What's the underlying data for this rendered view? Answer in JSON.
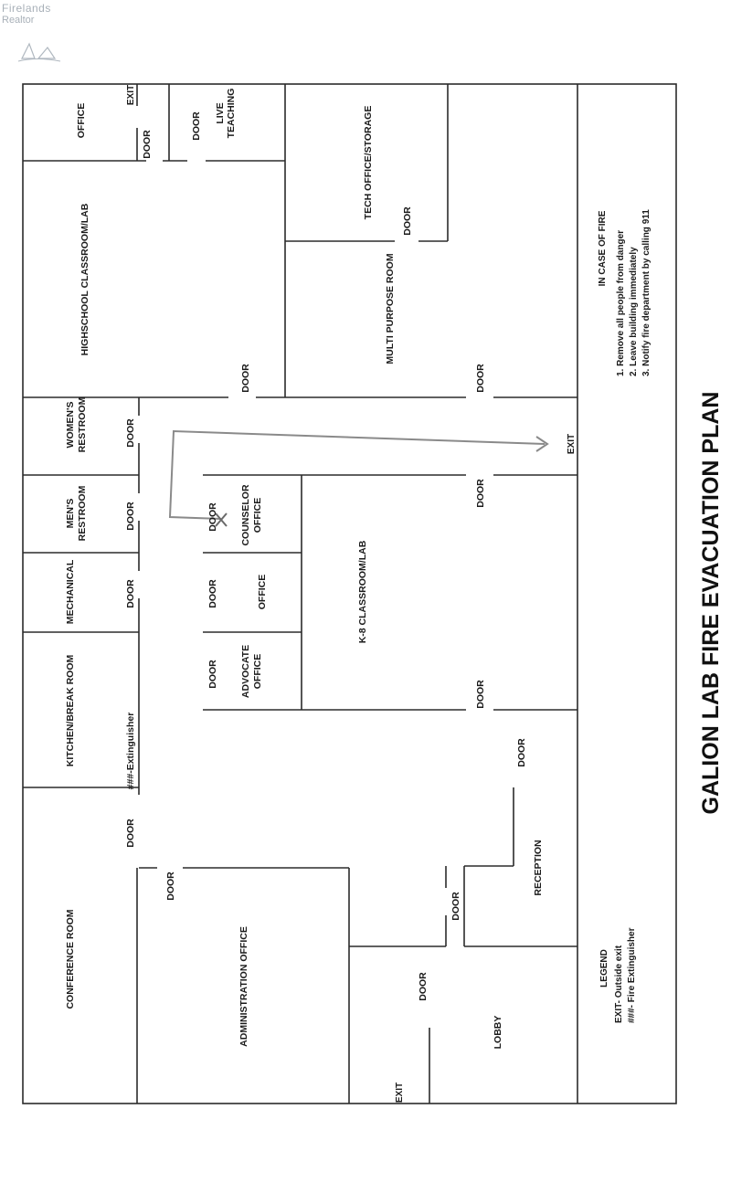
{
  "watermark": {
    "line1": "Firelands",
    "line2": "Realtor"
  },
  "title": "GALION LAB FIRE EVACUATION PLAN",
  "colors": {
    "route": "#8a8a8a",
    "walls": "#2b2b2b"
  },
  "rooms": {
    "office_top": "OFFICE",
    "live_teaching": [
      "LIVE",
      "TEACHING"
    ],
    "tech_office": "TECH OFFICE/STORAGE",
    "highschool": "HIGHSCHOOL CLASSROOM/LAB",
    "multipurpose": "MULTI PURPOSE ROOM",
    "womens": [
      "WOMEN'S",
      "RESTROOM"
    ],
    "mens": [
      "MEN'S",
      "RESTROOM"
    ],
    "mechanical": "MECHANICAL",
    "kitchen": "KITCHEN/BREAK ROOM",
    "counselor": [
      "COUNSELOR",
      "OFFICE"
    ],
    "office_mid": "OFFICE",
    "advocate": [
      "ADVOCATE",
      "OFFICE"
    ],
    "k8": "K-8 CLASSROOM/LAB",
    "conference": "CONFERENCE ROOM",
    "admin": "ADMINISTRATION OFFICE",
    "reception": "RECEPTION",
    "lobby": "LOBBY"
  },
  "door_label": "DOOR",
  "exit_label": "EXIT",
  "extinguisher_label": "###-Extinguisher",
  "fire_notes": {
    "heading": "IN CASE OF FIRE",
    "items": [
      "1.  Remove all people from danger",
      "2.  Leave building immediately",
      "3.  Notify fire department by calling 911"
    ]
  },
  "legend": {
    "heading": "LEGEND",
    "items": [
      "EXIT- Outside exit",
      "###- Fire Extinguisher"
    ]
  }
}
